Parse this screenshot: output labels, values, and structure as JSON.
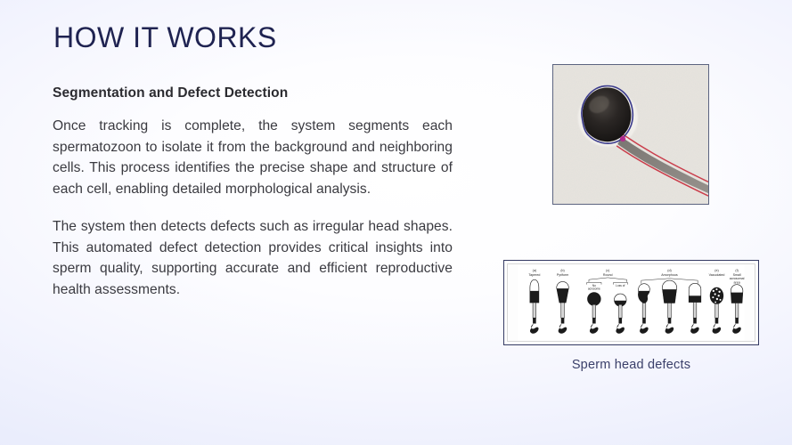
{
  "slide": {
    "title": "HOW IT WORKS",
    "background_start": "#ffffff",
    "background_end": "#e4e9fb",
    "title_color": "#1f2351"
  },
  "content": {
    "subheading": "Segmentation and Defect Detection",
    "paragraphs": [
      "Once tracking is complete, the system segments each spermatozoon to isolate it from the background and neighboring cells. This process identifies the precise shape and structure of each cell, enabling detailed morphological analysis.",
      "The system then detects defects such as irregular head shapes. This automated defect detection provides critical insights into sperm quality, supporting accurate and efficient reproductive health assessments."
    ]
  },
  "figures": {
    "microscopy": {
      "name": "segmented-spermatozoon-micrograph",
      "head_outline_color": "#3a3a8c",
      "tail_outline_color": "#c8303f",
      "cell_color": "#1d1a18",
      "background_color": "#e9e7e2",
      "border_color": "#5c6480"
    },
    "defects": {
      "name": "sperm-head-defects-diagram",
      "caption": "Sperm head defects",
      "border_color": "#343a63",
      "caption_color": "#3b4069",
      "labels": [
        {
          "key": "(a)",
          "text": "Tapered"
        },
        {
          "key": "(b)",
          "text": "Pyriform"
        },
        {
          "key": "(c)",
          "text": "Round"
        },
        {
          "key": "(d)",
          "text": "Amorphous"
        },
        {
          "key": "(e)",
          "text": "Vacuolated"
        },
        {
          "key": "(f)",
          "text": "Small acrosomal area"
        }
      ],
      "sublabels": [
        {
          "text": "No acrosome"
        },
        {
          "text": "Loss of"
        }
      ],
      "figure_count": 9
    }
  }
}
